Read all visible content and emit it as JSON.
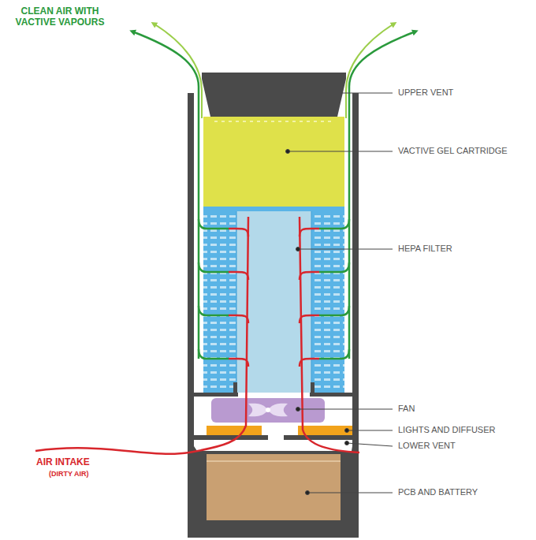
{
  "diagram": {
    "labels": [
      "CLEAN AIR WITH VACTIVE VAPOURS",
      "UPPER VENT",
      "VACTIVE GEL CARTRIDGE",
      "HEPA FILTER",
      "FAN",
      "LIGHTS AND DIFFUSER",
      "LOWER VENT",
      "AIR INTAKE",
      "(DIRTY AIR)",
      "PCB AND BATTERY"
    ]
  }
}
